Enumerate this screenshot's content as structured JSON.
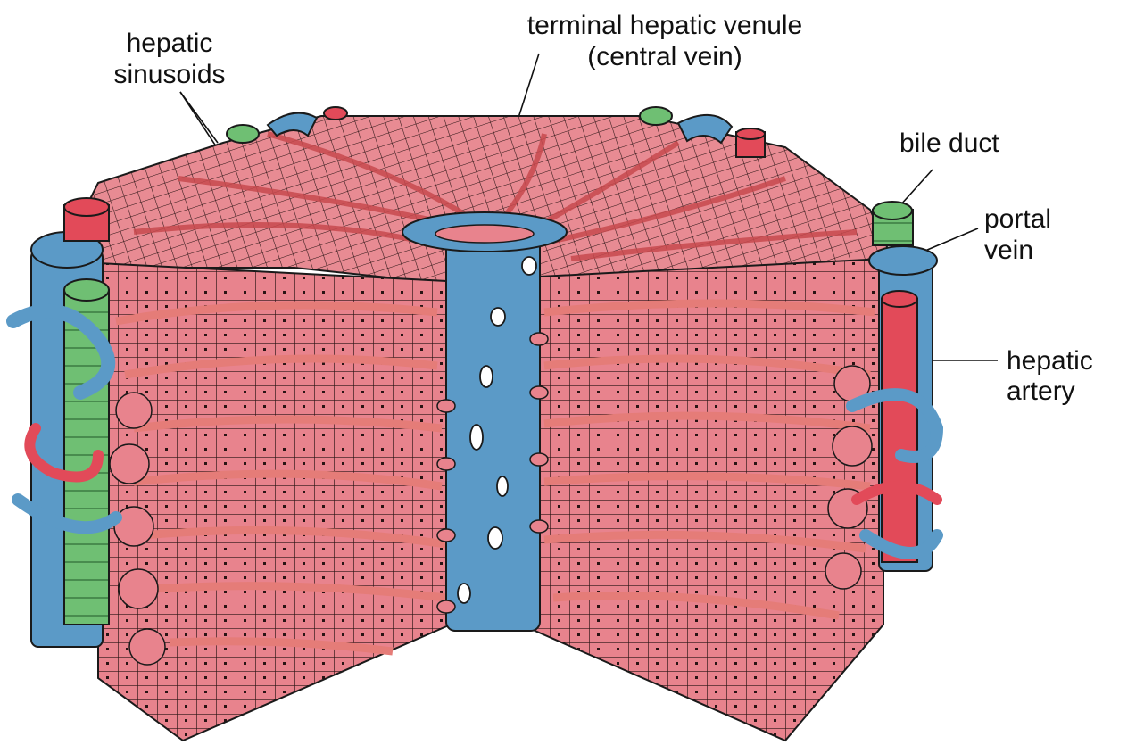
{
  "labels": {
    "sinusoids_line1": "hepatic",
    "sinusoids_line2": "sinusoids",
    "venule_line1": "terminal hepatic venule",
    "venule_line2": "(central vein)",
    "bile_duct": "bile duct",
    "portal_line1": "portal",
    "portal_line2": "vein",
    "artery_line1": "hepatic",
    "artery_line2": "artery"
  },
  "colors": {
    "hepatocyte_pink": "#e8838d",
    "sinusoid_salmon": "#e57c78",
    "portal_vein_blue": "#5b9ac7",
    "bile_duct_green": "#6fbf73",
    "artery_red": "#e24a59",
    "outline": "#1a1a1a"
  }
}
